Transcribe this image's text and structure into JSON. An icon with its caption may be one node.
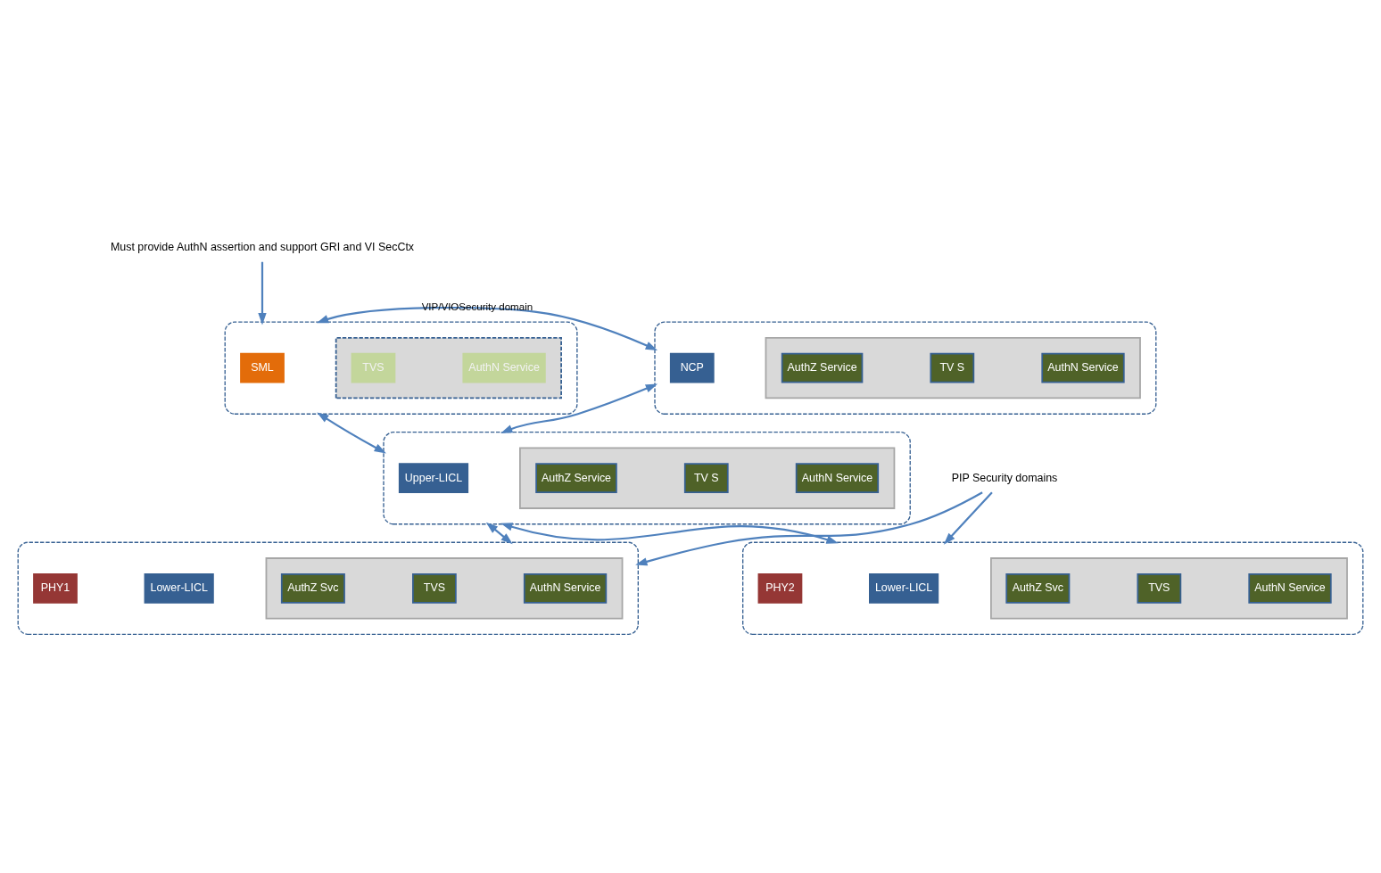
{
  "diagram": {
    "nodes": [
      {
        "text": [],
        "shape": "ellipse"
      },
      {
        "text": [
          "SML"
        ],
        "in": 0
      },
      {
        "text": [],
        "shape": "box",
        "in": 0
      },
      {
        "text": [
          "AuthN Service"
        ],
        "in": 2
      },
      {
        "text": [
          "TVS"
        ],
        "in": 2
      },
      {
        "text": [],
        "shape": "ellipse"
      },
      {
        "text": [
          "NCP"
        ],
        "in": 5
      },
      {
        "text": [],
        "shape": "box",
        "in": 5
      },
      {
        "text": [
          "AuthN Service"
        ],
        "in": 7
      },
      {
        "text": [
          "TV S"
        ],
        "in": 7
      },
      {
        "text": [
          "AuthZ Service"
        ],
        "in": 7
      },
      {
        "text": [],
        "shape": "ellipse"
      },
      {
        "text": [
          "Upper-LICL"
        ],
        "in": 11
      },
      {
        "text": [],
        "shape": "box",
        "in": 11
      },
      {
        "text": [
          "AuthN Service"
        ],
        "in": 13
      },
      {
        "text": [
          "TV S"
        ],
        "in": 13
      },
      {
        "text": [
          "AuthZ Service"
        ],
        "in": 13
      },
      {
        "text": [],
        "shape": "ellipse"
      },
      {
        "text": [],
        "shape": "box",
        "in": 17
      },
      {
        "text": [
          "AuthN Service"
        ],
        "in": 18
      },
      {
        "text": [
          "TVS"
        ],
        "in": 18
      },
      {
        "text": [
          "AuthZ Svc"
        ],
        "in": 18
      },
      {
        "text": [
          "Lower-LICL"
        ],
        "in": 17
      },
      {
        "text": [
          "PHY1"
        ],
        "in": 17
      },
      {
        "text": [],
        "shape": "ellipse"
      },
      {
        "text": [
          "Lower-LICL"
        ],
        "in": 24
      },
      {
        "text": [
          "PHY2"
        ],
        "in": 24
      },
      {
        "text": [],
        "shape": "box",
        "in": 24
      },
      {
        "text": [
          "AuthN Service"
        ],
        "in": 27
      },
      {
        "text": [
          "TVS"
        ],
        "in": 27
      },
      {
        "text": [
          "AuthZ Svc"
        ],
        "in": 27
      },
      {
        "text": [
          "Must provide AuthN assertion and support GRI and VI SecCtx"
        ]
      },
      {
        "text": [
          "PIP Security domains"
        ]
      }
    ],
    "edges": [
      {
        "from": 0,
        "to": 5,
        "arrow": "both",
        "label": "VIP/VIOSecurity domain"
      },
      {
        "from": 0,
        "to": 11,
        "arrow": "both"
      },
      {
        "from": 5,
        "to": 11,
        "arrow": "both"
      },
      {
        "from": 11,
        "to": 17,
        "arrow": "both"
      },
      {
        "from": 11,
        "to": 24,
        "arrow": "both"
      },
      {
        "from": 31,
        "to": 0,
        "arrow": "to"
      },
      {
        "from": 32,
        "to": 17,
        "arrow": "to"
      },
      {
        "from": 32,
        "to": 24,
        "arrow": "to"
      }
    ]
  }
}
